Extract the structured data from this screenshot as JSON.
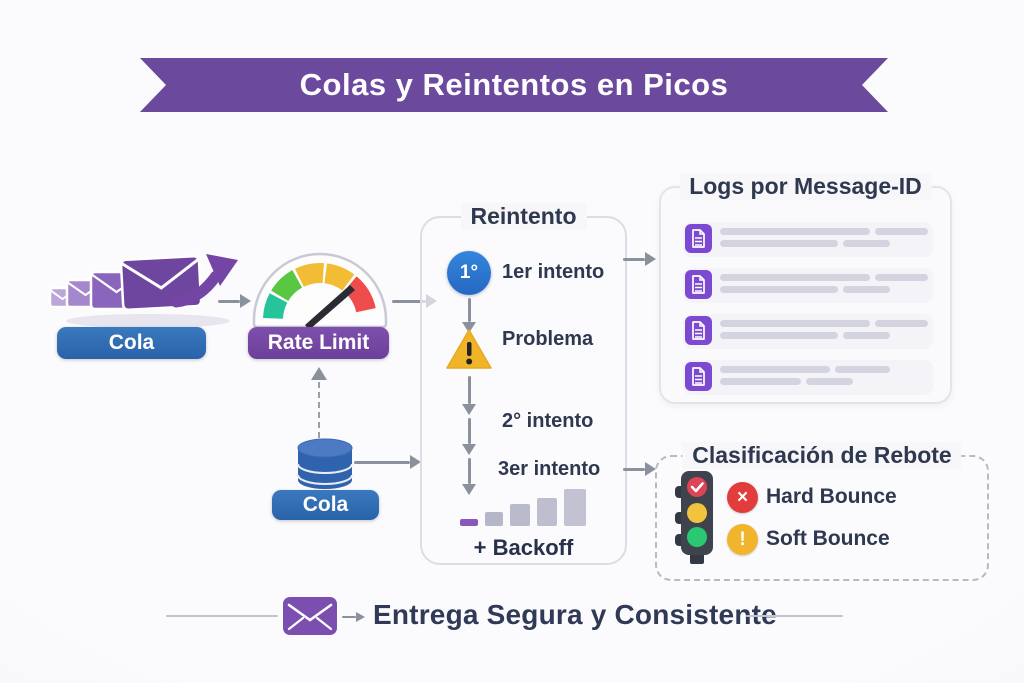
{
  "banner": {
    "title": "Colas y Reintentos en Picos"
  },
  "flow": {
    "inbox_queue_label": "Cola",
    "rate_limit_label": "Rate Limit",
    "db_queue_label": "Cola"
  },
  "retry": {
    "title": "Reintento",
    "step1_badge": "1°",
    "step1_label": "1er intento",
    "problem_label": "Problema",
    "step2_label": "2° intento",
    "step3_label": "3er intento",
    "backoff_label": "+ Backoff",
    "backoff_bars": [
      7,
      14,
      22,
      28,
      37
    ]
  },
  "logs": {
    "title": "Logs por Message-ID",
    "rows": [
      {
        "line1": [
          150,
          53
        ],
        "line2": [
          118,
          47
        ]
      },
      {
        "line1": [
          150,
          53
        ],
        "line2": [
          118,
          47
        ]
      },
      {
        "line1": [
          150,
          53
        ],
        "line2": [
          118,
          47
        ]
      },
      {
        "line1": [
          110,
          55
        ],
        "line2": [
          81,
          47
        ]
      }
    ]
  },
  "bounce": {
    "title": "Clasificación de Rebote",
    "items": [
      {
        "icon": "hard-bounce-icon",
        "glyph": "×",
        "label": "Hard Bounce",
        "color": "#e23c3c"
      },
      {
        "icon": "soft-bounce-icon",
        "glyph": "!",
        "label": "Soft Bounce",
        "color": "#f0b52d"
      }
    ]
  },
  "footer": {
    "label": "Entrega Segura y Consistente"
  },
  "colors": {
    "banner_purple": "#6b4a9d",
    "button_blue": "#2e6cb2",
    "rate_limit_purple": "#7447a2",
    "doc_icon_purple": "#7b4ad0",
    "gauge_teal": "#27c39a",
    "gauge_green": "#59c742",
    "gauge_amber": "#f3bc35",
    "gauge_red": "#ef4c4c",
    "hard_bounce_red": "#e23c3c",
    "soft_bounce_yellow": "#f0b52d",
    "text_dark": "#2e3950"
  }
}
